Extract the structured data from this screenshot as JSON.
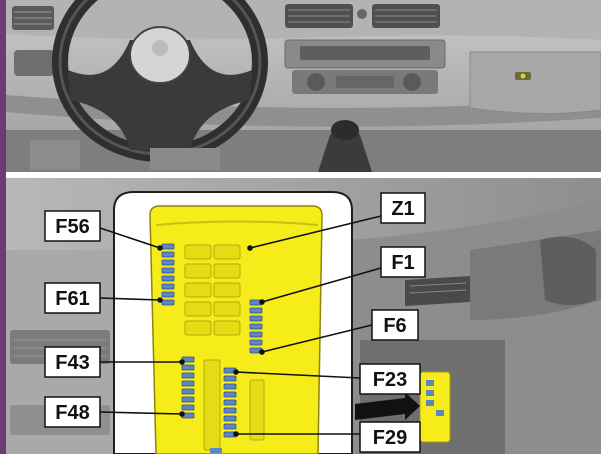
{
  "labels": {
    "f56": "F56",
    "f61": "F61",
    "f43": "F43",
    "f48": "F48",
    "z1": "Z1",
    "f1": "F1",
    "f6": "F6",
    "f23": "F23",
    "f29": "F29"
  },
  "colors": {
    "fuse_box": "#f5ec1a",
    "fuse": "#5f86c4",
    "frame": "#6a3a7a"
  }
}
